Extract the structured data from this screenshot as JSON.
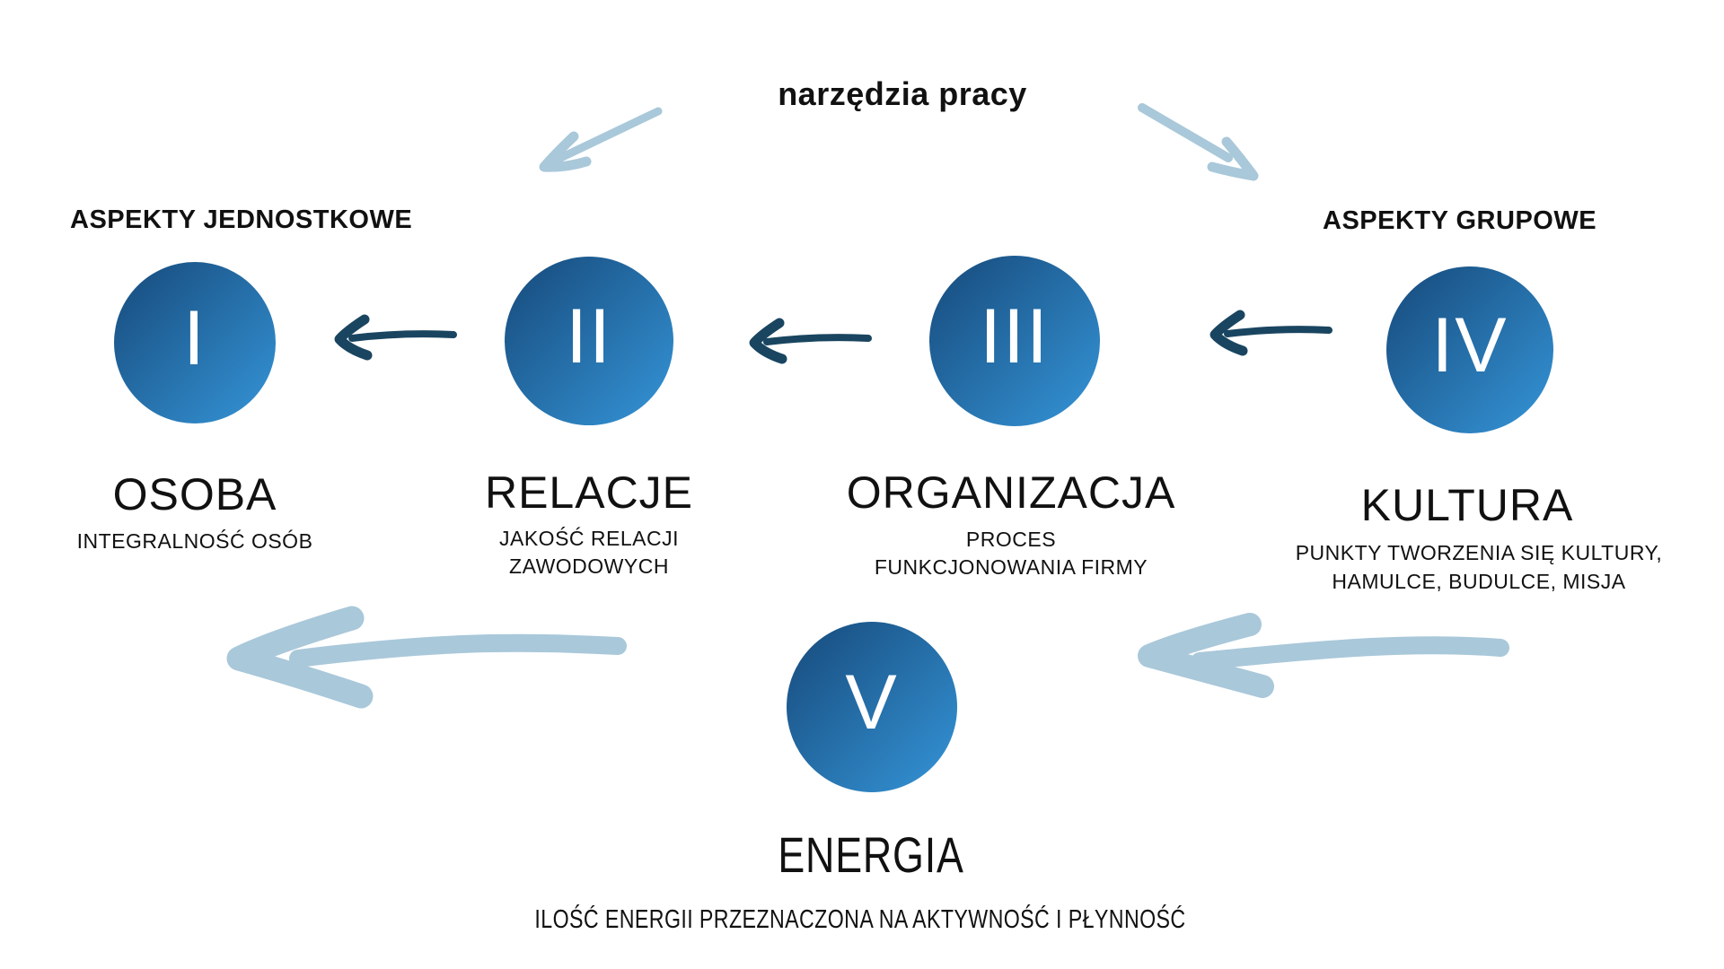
{
  "title": "narzędzia pracy",
  "headings": {
    "left": "ASPEKTY JEDNOSTKOWE",
    "right": "ASPEKTY GRUPOWE"
  },
  "nodes": [
    {
      "numeral": "I",
      "label": "OSOBA",
      "sublines": [
        "INTEGRALNOŚĆ OSÓB"
      ]
    },
    {
      "numeral": "II",
      "label": "RELACJE",
      "sublines": [
        "JAKOŚĆ RELACJI",
        "ZAWODOWYCH"
      ]
    },
    {
      "numeral": "III",
      "label": "ORGANIZACJA",
      "sublines": [
        "PROCES",
        "FUNKCJONOWANIA FIRMY"
      ]
    },
    {
      "numeral": "IV",
      "label": "KULTURA",
      "sublines": [
        "PUNKTY TWORZENIA SIĘ KULTURY,",
        "HAMULCE, BUDULCE, MISJA"
      ]
    },
    {
      "numeral": "V",
      "label": "ENERGIA",
      "sublines": [
        "ILOŚĆ ENERGII PRZEZNACZONA NA AKTYWNOŚĆ I PŁYNNOŚĆ"
      ]
    }
  ],
  "arrows": {
    "dark": [
      "iv-to-iii",
      "iii-to-ii",
      "ii-to-i"
    ],
    "light": [
      "top-left",
      "top-right",
      "bottom-left",
      "bottom-right"
    ]
  },
  "colors": {
    "text": "#111111",
    "dark_arrow": "#1a4560",
    "light_arrow": "#a9c8da",
    "circle_grad_start": "#16497a",
    "circle_grad_end": "#3595d8",
    "numeral_color": "#ffffff"
  }
}
